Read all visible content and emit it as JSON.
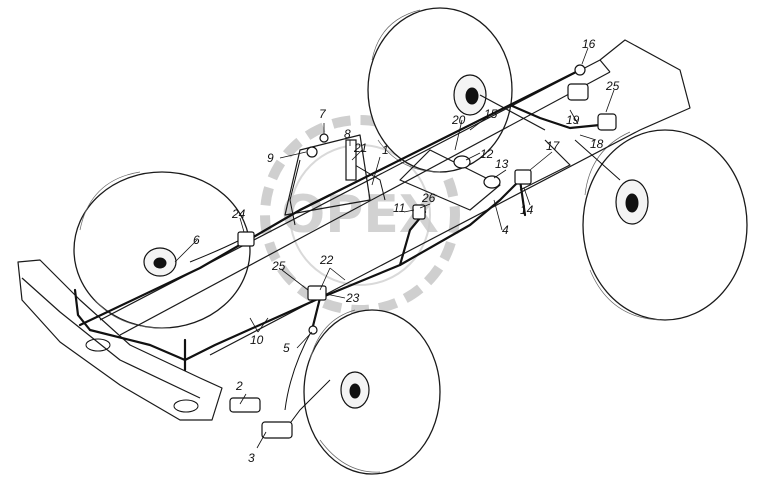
{
  "watermark": {
    "text": "OPEX",
    "color": "#c8c8c8"
  },
  "callouts": [
    "1",
    "2",
    "3",
    "4",
    "5",
    "6",
    "7",
    "8",
    "9",
    "10",
    "11",
    "12",
    "13",
    "14",
    "15",
    "16",
    "17",
    "18",
    "19",
    "20",
    "21",
    "22",
    "23",
    "24",
    "25",
    "25",
    "26"
  ]
}
